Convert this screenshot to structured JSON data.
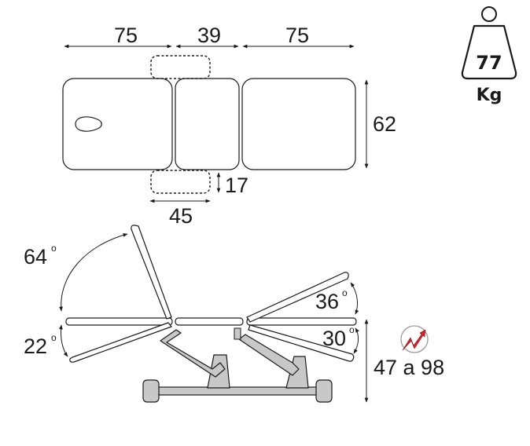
{
  "dimensions": {
    "top_left": "75",
    "top_middle": "39",
    "top_right": "75",
    "height_right": "62",
    "armrest_depth": "17",
    "armrest_width": "45"
  },
  "angles": {
    "back_up": "64",
    "back_down": "22",
    "leg_up": "36",
    "leg_down": "30",
    "degree_mark": "o"
  },
  "height_range": "47 a 98",
  "weight": {
    "value": "77",
    "unit": "Kg"
  },
  "colors": {
    "stroke": "#1a1a1a",
    "frame_gray": "#c8c8c8",
    "accent_red": "#d2232a"
  },
  "icons": {
    "weight": "weight-icon",
    "electric": "electric-motor-icon"
  }
}
